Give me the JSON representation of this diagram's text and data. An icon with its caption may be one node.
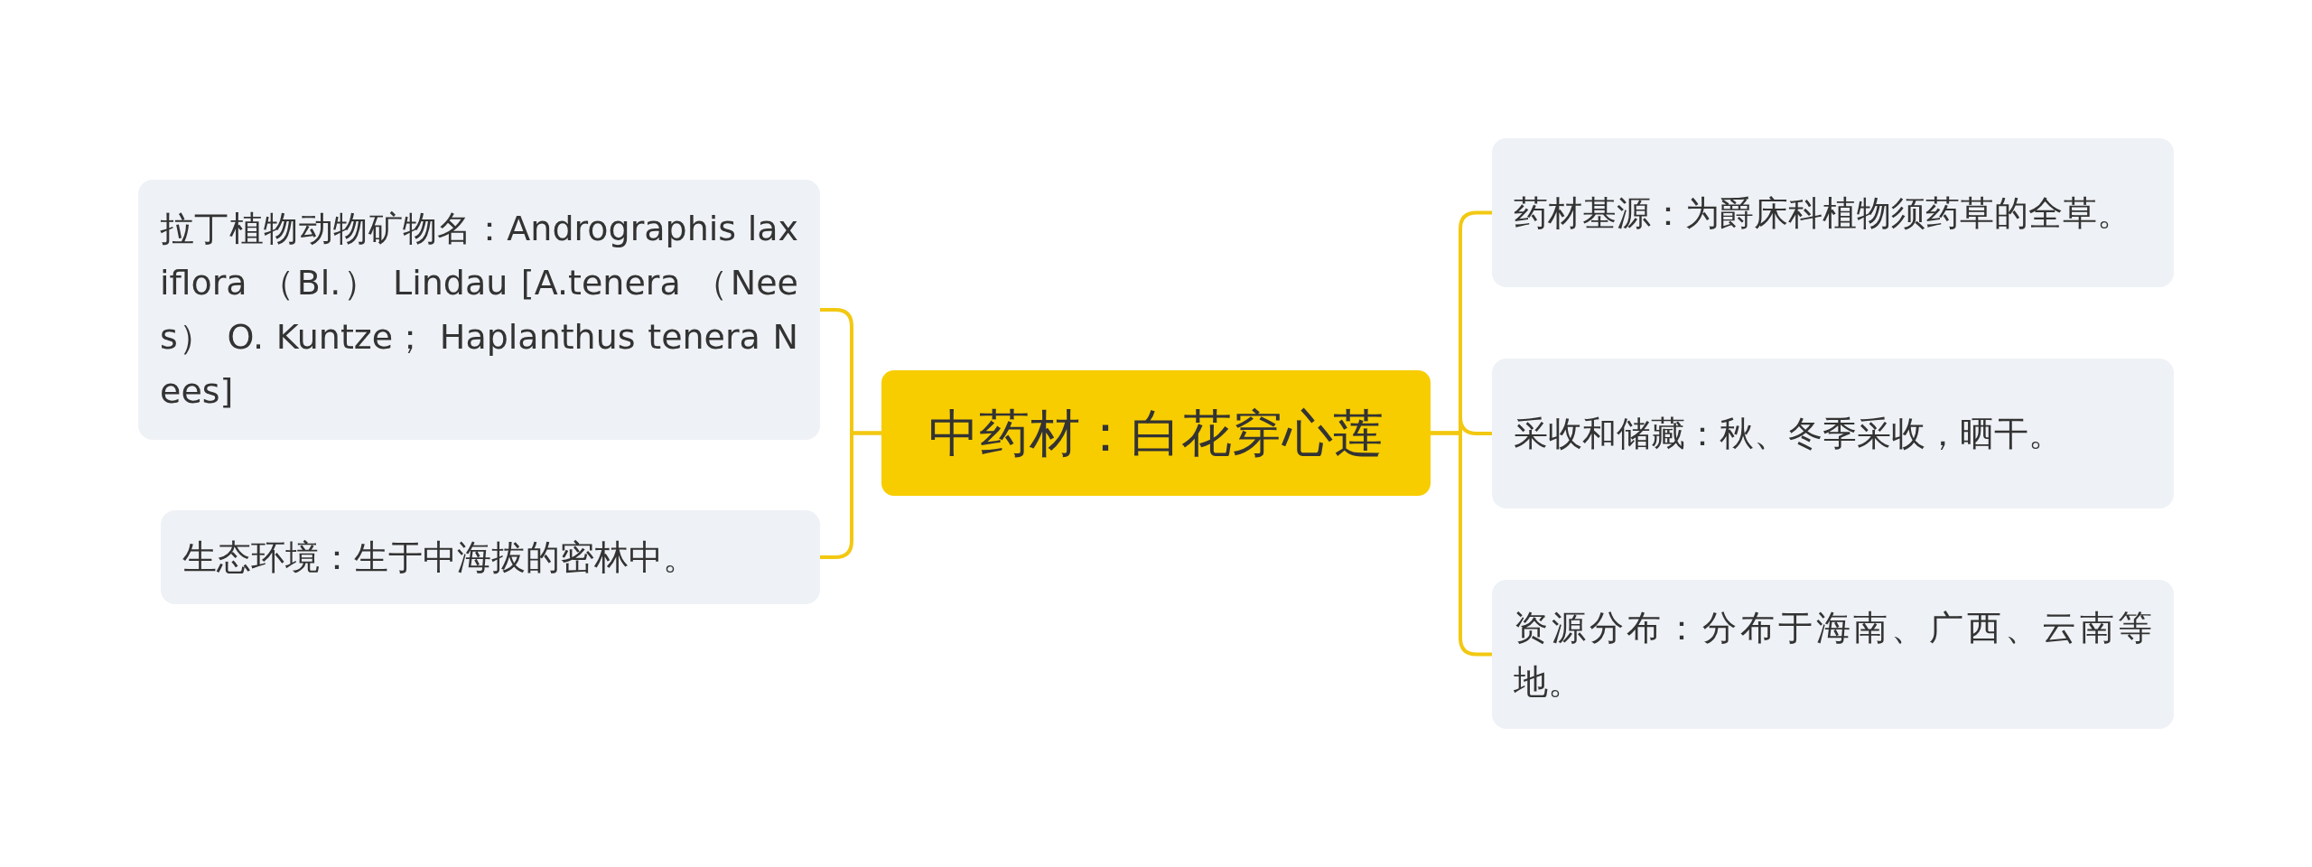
{
  "diagram": {
    "nodes": [
      {
        "text": [
          "中药材：白花穿心莲"
        ]
      },
      {
        "text": [
          "拉丁植物动物矿物名：Andrographis laxiflora （Bl.） Lindau [A.tenera （Nees） O. Kuntze； Haplanthus tenera Nees]"
        ]
      },
      {
        "text": [
          "生态环境：生于中海拔的密林中。"
        ]
      },
      {
        "text": [
          "药材基源：为爵床科植物须药草的全草。"
        ]
      },
      {
        "text": [
          "采收和储藏：秋、冬季采收，晒干。"
        ]
      },
      {
        "text": [
          "资源分布：分布于海南、广西、云南等地。"
        ]
      }
    ],
    "edges": [
      {
        "from": 0,
        "to": 1,
        "arrow": "none"
      },
      {
        "from": 0,
        "to": 2,
        "arrow": "none"
      },
      {
        "from": 0,
        "to": 3,
        "arrow": "none"
      },
      {
        "from": 0,
        "to": 4,
        "arrow": "none"
      },
      {
        "from": 0,
        "to": 5,
        "arrow": "none"
      }
    ]
  }
}
